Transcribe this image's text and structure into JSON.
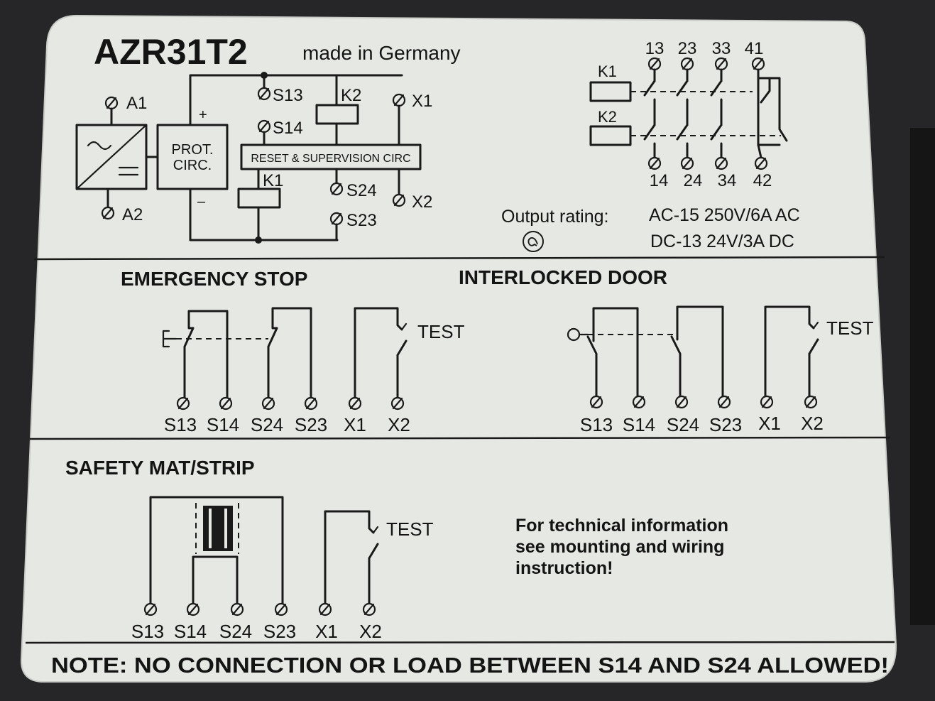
{
  "label": {
    "model": "AZR31T2",
    "origin": "made in Germany"
  },
  "block_diagram": {
    "terminals": {
      "a1": "A1",
      "a2": "A2",
      "s13": "S13",
      "s14": "S14",
      "s24": "S24",
      "s23": "S23",
      "x1": "X1",
      "x2": "X2",
      "k1": "K1",
      "k2": "K2"
    },
    "prot_circ_line1": "PROT.",
    "prot_circ_line2": "CIRC.",
    "plus": "+",
    "minus": "–",
    "reset_box": "RESET & SUPERVISION CIRC"
  },
  "contacts": {
    "top_numbers": [
      "13",
      "23",
      "33",
      "41"
    ],
    "bottom_numbers": [
      "14",
      "24",
      "34",
      "42"
    ],
    "coil_k1": "K1",
    "coil_k2": "K2"
  },
  "rating": {
    "label": "Output rating:",
    "ac": "AC-15 250V/6A AC",
    "dc": "DC-13 24V/3A DC"
  },
  "sections": {
    "emergency_stop": {
      "title": "EMERGENCY STOP",
      "test": "TEST",
      "terminals": [
        "S13",
        "S14",
        "S24",
        "S23",
        "X1",
        "X2"
      ]
    },
    "interlocked_door": {
      "title": "INTERLOCKED DOOR",
      "test": "TEST",
      "terminals": [
        "S13",
        "S14",
        "S24",
        "S23",
        "X1",
        "X2"
      ]
    },
    "safety_mat": {
      "title": "SAFETY MAT/STRIP",
      "test": "TEST",
      "terminals": [
        "S13",
        "S14",
        "S24",
        "S23",
        "X1",
        "X2"
      ]
    }
  },
  "info_text": [
    "For technical information",
    "see mounting and wiring",
    "instruction!"
  ],
  "note": "NOTE: NO CONNECTION OR LOAD BETWEEN S14 AND S24 ALLOWED!"
}
